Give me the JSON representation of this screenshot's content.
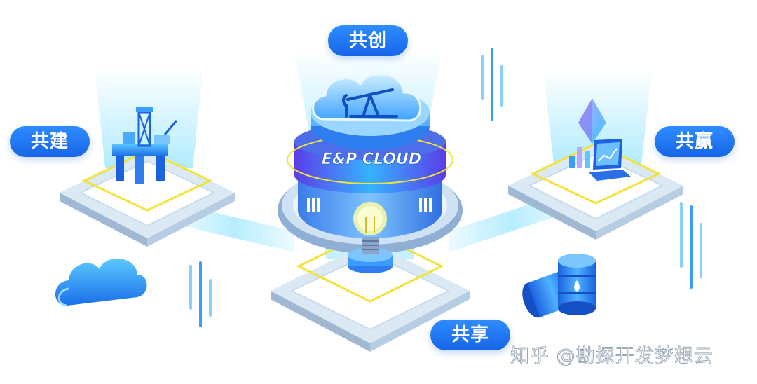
{
  "labels": {
    "top": "共创",
    "left": "共建",
    "right": "共赢",
    "bottom": "共享"
  },
  "center": {
    "brand": "E&P CLOUD"
  },
  "watermark": "知乎 @勘探开发梦想云",
  "colors": {
    "accent": "#1665e6",
    "light_blue": "#5cc8ff",
    "yellow": "#f2e23a",
    "platform": "#e9f3fb"
  }
}
